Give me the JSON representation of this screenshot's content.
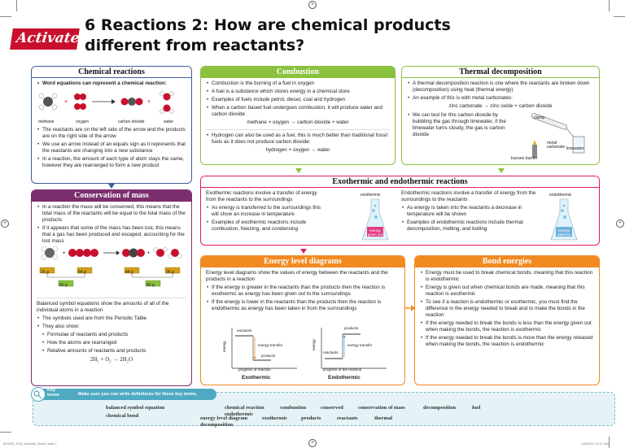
{
  "header": {
    "badge": "Activate",
    "title_line1": "6 Reactions 2: How are chemical products",
    "title_line2": "different from reactants?"
  },
  "colors": {
    "chemical": "#3a5f96",
    "combustion": "#8ac13f",
    "thermal": "#8ac13f",
    "conservation": "#7b2e6e",
    "exo": "#e2186b",
    "energy": "#f18a21",
    "keyterms": "#4fa9c2"
  },
  "chemical": {
    "title": "Chemical reactions",
    "intro": "Word equations can represent a chemical reaction:",
    "labels": [
      "methane",
      "oxygen",
      "carbon dioxide",
      "water"
    ],
    "bullets": [
      "The reactants are on the left side of the arrow and the products are on the right side of the arrow",
      "We use an arrow instead of an equals sign as it represents that the reactants are changing into a new substance",
      "In a reaction, the amount of each type of atom stays the same, however they are rearranged to form a new product"
    ]
  },
  "combustion": {
    "title": "Combustion",
    "bullets": [
      "Combustion is the burning of a fuel in oxygen",
      "A fuel is a substance which stores energy in a chemical store",
      "Examples of fuels include petrol, diesel, coal and hydrogen",
      "When a carbon based fuel undergoes combustion, it will produce water and carbon dioxide"
    ],
    "eq1": "methane + oxygen → carbon dioxide + water",
    "bullet5": "Hydrogen can also be used as a fuel, this is much better than traditional fossil fuels as it does not produce carbon dioxide:",
    "eq2": "hydrogen + oxygen → water"
  },
  "thermal": {
    "title": "Thermal decomposition",
    "b1": "A thermal decomposition reaction is one where the reactants are broken down (decomposition) using heat (thermal energy)",
    "b2": "An example of this is with metal carbonates:",
    "eq": "zinc carbonate → zinc oxide + carbon dioxide",
    "b3": "We can test for this carbon dioxide by bubbling the gas through limewater, if the limewater turns cloudy, the gas is carbon dioxide",
    "labels": [
      "clamp",
      "metal carbonate",
      "limewater",
      "bunsen burner"
    ]
  },
  "conservation": {
    "title": "Conservation of mass",
    "bullets": [
      "In a reaction the mass will be conserved, this means that the total mass of the reactants will be equal to the total mass of the products",
      "If it appears that some of the mass has been lost, this means that a gas has been produced and escaped, accounting for the lost mass"
    ],
    "masses_top": [
      "16 g",
      "64 g",
      "44 g",
      "36 g"
    ],
    "masses_sum": [
      "80 g",
      "80 g"
    ],
    "balanced": "Balanced symbol equations show the amounts of all of the individual atoms in a reaction",
    "b3": "The symbols used are from the Periodic Table",
    "b4": "They also show:",
    "sub": [
      "Formulae of reactants and products",
      "How the atoms are rearranged",
      "Relative amounts of reactants and products"
    ],
    "eq": "2H₂ + O₂ → 2H₂O"
  },
  "exo": {
    "title": "Exothermic and endothermic reactions",
    "exo_intro": "Exothermic reactions involve a transfer of energy from the reactants to the surroundings",
    "exo_bullets": [
      "As energy is transferred to the surroundings this will show an increase in temperature",
      "Examples of exothermic reactions include combustion, freezing, and condensing"
    ],
    "exo_flask": "exothermic",
    "exo_flask_label": "energy given out",
    "endo_intro": "Endothermic reactions involve a transfer of energy from the surroundings to the reactants",
    "endo_bullets": [
      "As energy is taken into the reactants a decrease in temperature will be shown",
      "Examples of endothermic reactions include thermal decomposition, melting, and boiling"
    ],
    "endo_flask": "endothermic",
    "endo_flask_label": "energy taken in"
  },
  "energy": {
    "title": "Energy level diagrams",
    "intro": "Energy level diagrams show the values of energy between the reactants and the products in a reaction",
    "bullets": [
      "If the energy is greater in the reactants than the products then the reaction is exothermic as energy has been given out to the surroundings",
      "If the energy is lower in the reactants than the products then the reaction is endothermic as energy has been taken in from the surroundings"
    ],
    "exo_labels": {
      "reactants": "reactants",
      "products": "products",
      "transfer": "energy transfer",
      "yaxis": "energy",
      "xaxis": "progress of reaction",
      "caption": "Exothermic"
    },
    "endo_labels": {
      "reactants": "reactants",
      "products": "products",
      "transfer": "energy transfer",
      "yaxis": "energy",
      "xaxis": "progress of the reaction",
      "caption": "Endothermic"
    }
  },
  "bond": {
    "title": "Bond energies",
    "bullets": [
      "Energy must be used to break chemical bonds, meaning that this reaction is endothermic",
      "Energy is given out when chemical bonds are made, meaning that this reaction is exothermic",
      "To see if a reaction is endothermic or exothermic, you must find the difference in the energy needed to break and to make the bonds in the reaction",
      "If the energy needed to break the bonds is less than the energy given out when making the bonds, the reaction is exothermic",
      "If the energy needed to break the bonds is more than the energy released when making the bonds, the reaction is endothermic"
    ]
  },
  "keyterms": {
    "label": "Key terms",
    "instruction": "Make sure you can write definitions for these key terms.",
    "terms": [
      "balanced symbol equation",
      "chemical bond",
      "chemical reaction",
      "combustion",
      "conserved",
      "conservation of mass",
      "decomposition",
      "fuel",
      "endothermic",
      "energy level diagram",
      "exothermic",
      "products",
      "reactants",
      "thermal",
      "decomposition"
    ]
  },
  "footer": {
    "left": "843905_SG6_Activate_Book2.indd 7",
    "right": "10/04/20 10:47 AM"
  }
}
